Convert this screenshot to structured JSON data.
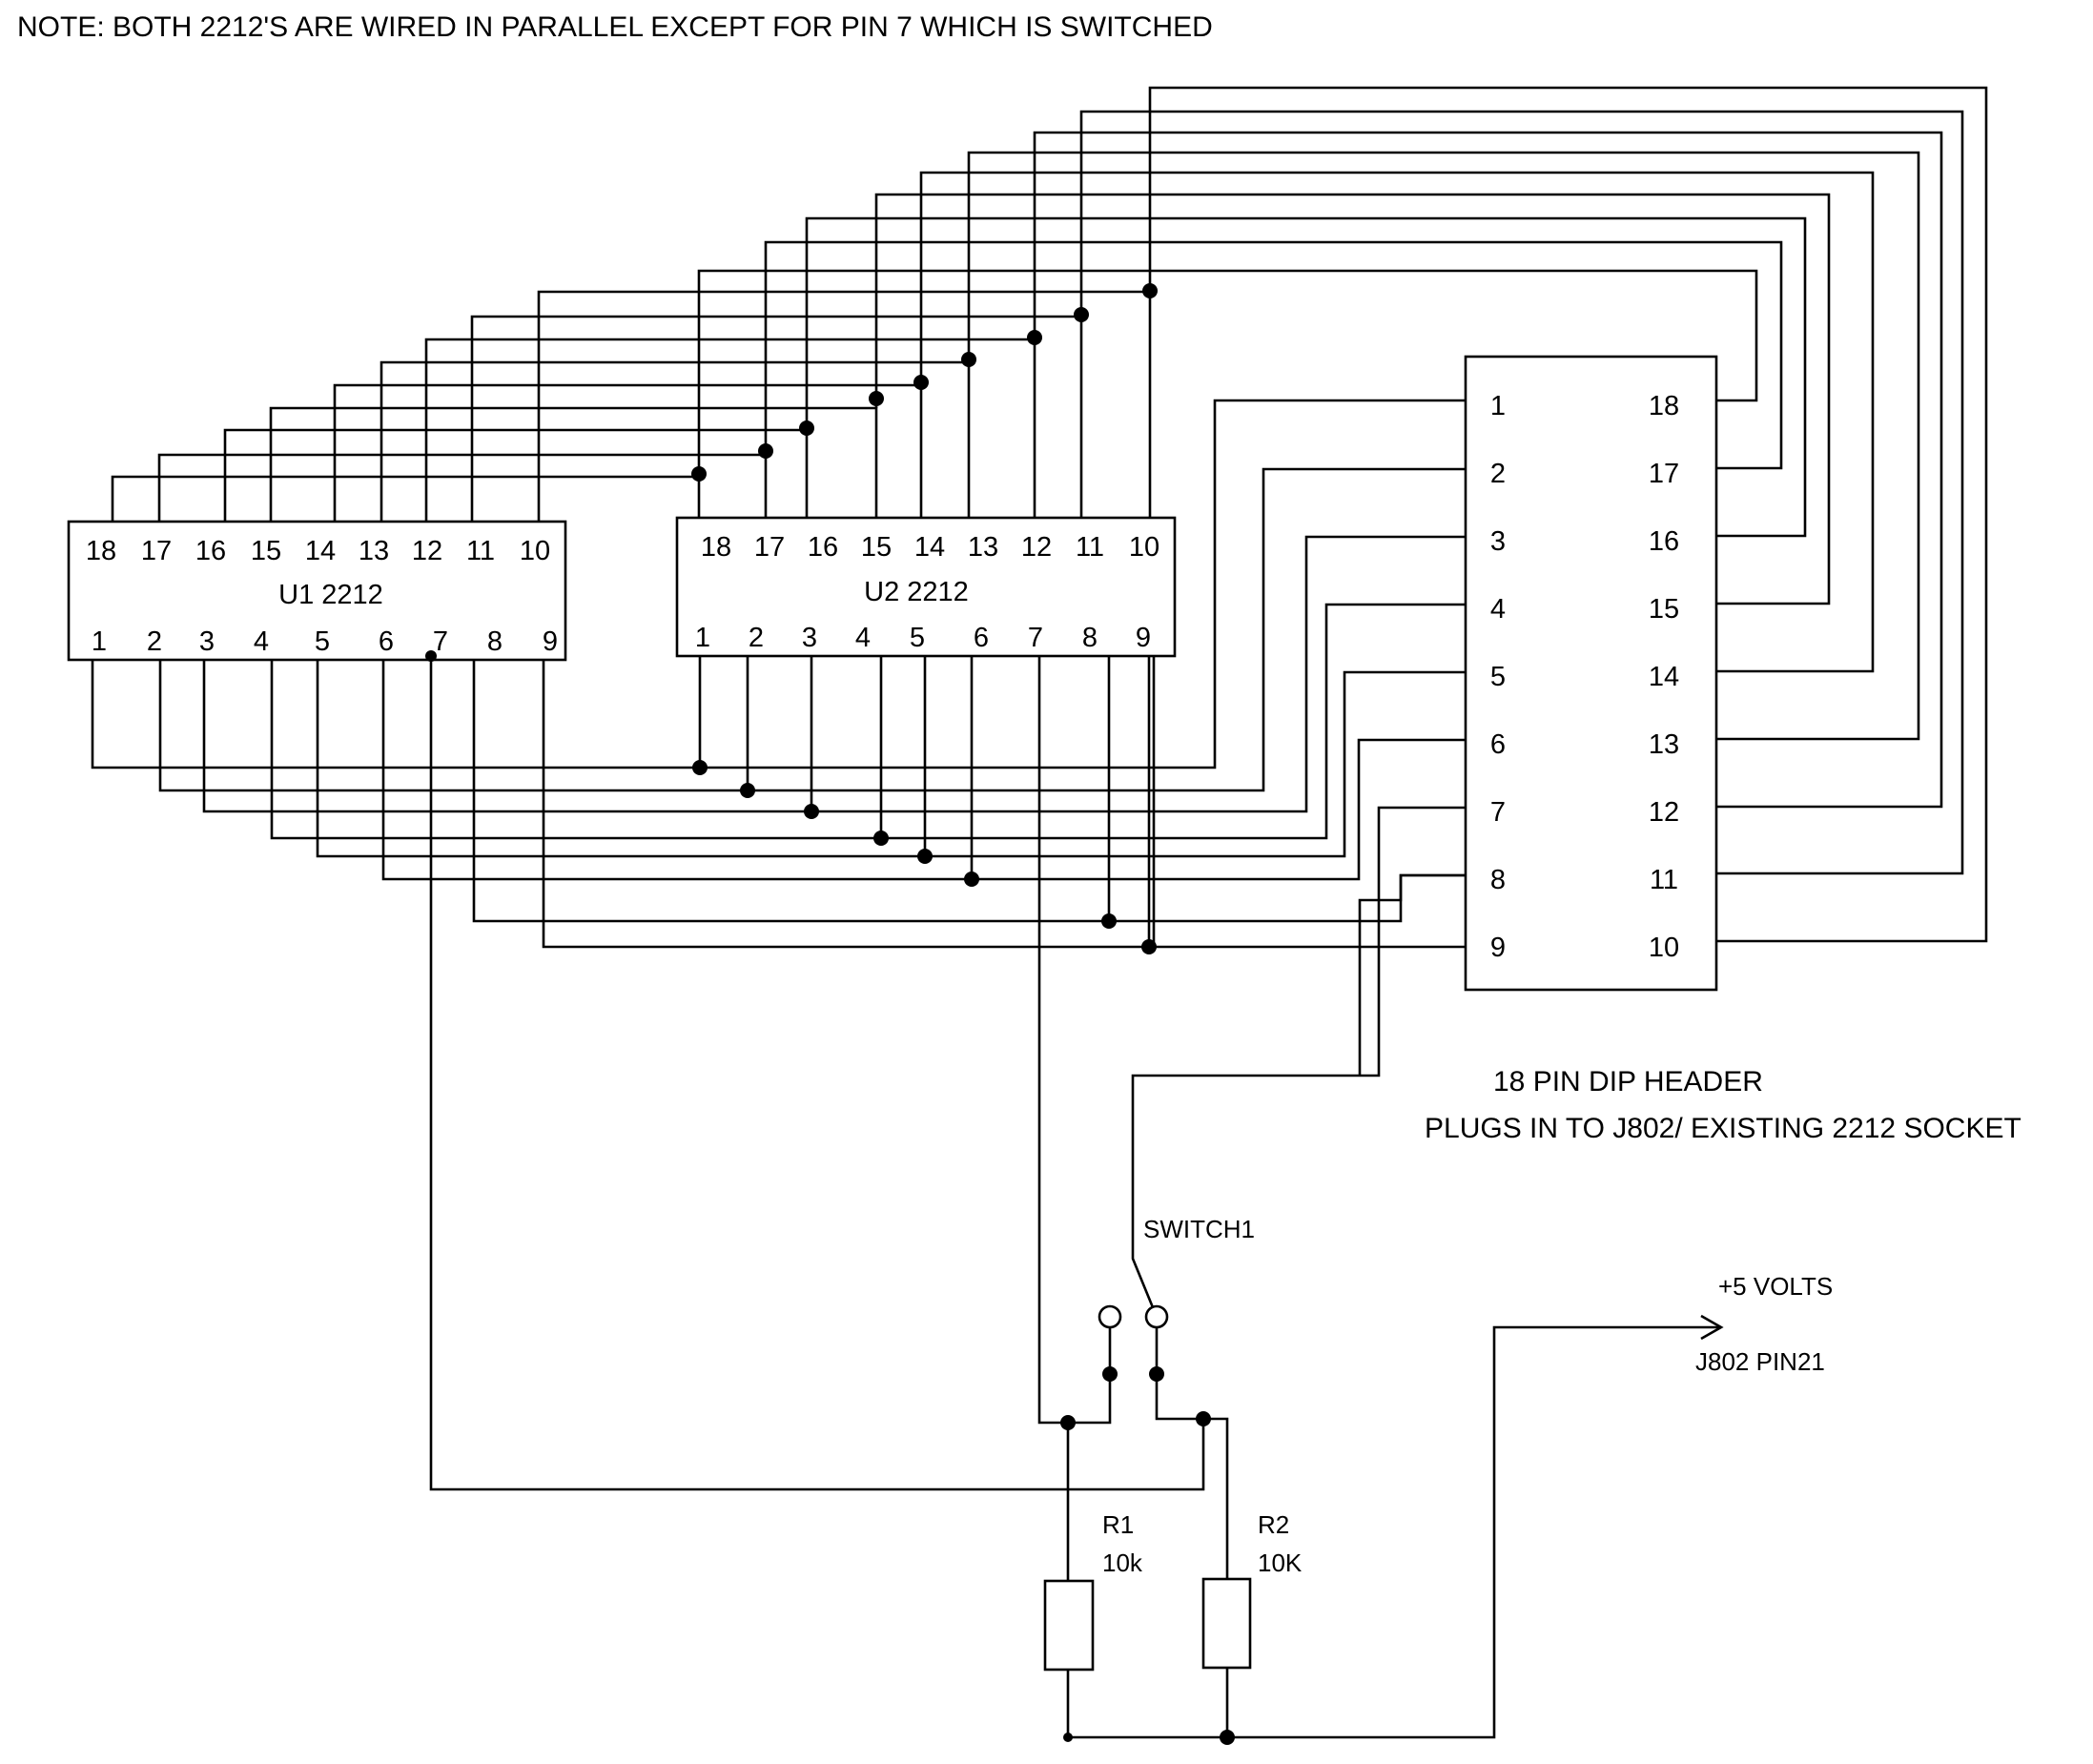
{
  "note": "NOTE: BOTH 2212'S ARE WIRED IN PARALLEL EXCEPT FOR PIN 7 WHICH IS SWITCHED",
  "u1": {
    "label": "U1 2212",
    "top_pins": [
      "18",
      "17",
      "16",
      "15",
      "14",
      "13",
      "12",
      "11",
      "10"
    ],
    "bottom_pins": [
      "1",
      "2",
      "3",
      "4",
      "5",
      "6",
      "7",
      "8",
      "9"
    ]
  },
  "u2": {
    "label": "U2 2212",
    "top_pins": [
      "18",
      "17",
      "16",
      "15",
      "14",
      "13",
      "12",
      "11",
      "10"
    ],
    "bottom_pins": [
      "1",
      "2",
      "3",
      "4",
      "5",
      "6",
      "7",
      "8",
      "9"
    ]
  },
  "header": {
    "left_pins": [
      "1",
      "2",
      "3",
      "4",
      "5",
      "6",
      "7",
      "8",
      "9"
    ],
    "right_pins": [
      "18",
      "17",
      "16",
      "15",
      "14",
      "13",
      "12",
      "11",
      "10"
    ],
    "title": "18 PIN DIP HEADER",
    "subtitle": "PLUGS IN TO J802/ EXISTING 2212 SOCKET"
  },
  "switch": {
    "label": "SWITCH1"
  },
  "r1": {
    "name": "R1",
    "value": "10k"
  },
  "r2": {
    "name": "R2",
    "value": "10K"
  },
  "supply": {
    "label": "+5 VOLTS",
    "pin": "J802 PIN21"
  }
}
